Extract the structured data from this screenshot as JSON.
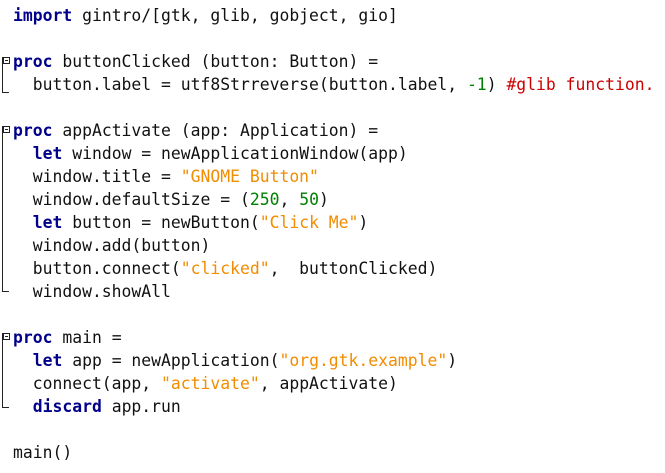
{
  "colors": {
    "keyword": "#00008b",
    "string": "#f28c00",
    "number": "#008000",
    "comment": "#cc0000",
    "text": "#111111",
    "background": "#ffffff"
  },
  "lines": [
    [
      {
        "t": "kw",
        "v": "import"
      },
      {
        "t": "id",
        "v": " gintro/[gtk, glib, gobject, gio]"
      }
    ],
    [],
    [
      {
        "t": "kw",
        "v": "proc"
      },
      {
        "t": "id",
        "v": " buttonClicked (button: Button) ="
      }
    ],
    [
      {
        "t": "id",
        "v": "  button.label = utf8Strreverse(button.label, "
      },
      {
        "t": "num",
        "v": "-1"
      },
      {
        "t": "id",
        "v": ") "
      },
      {
        "t": "cmt",
        "v": "#glib function."
      }
    ],
    [],
    [
      {
        "t": "kw",
        "v": "proc"
      },
      {
        "t": "id",
        "v": " appActivate (app: Application) ="
      }
    ],
    [
      {
        "t": "id",
        "v": "  "
      },
      {
        "t": "kw",
        "v": "let"
      },
      {
        "t": "id",
        "v": " window = newApplicationWindow(app)"
      }
    ],
    [
      {
        "t": "id",
        "v": "  window.title = "
      },
      {
        "t": "str",
        "v": "\"GNOME Button\""
      }
    ],
    [
      {
        "t": "id",
        "v": "  window.defaultSize = ("
      },
      {
        "t": "num",
        "v": "250"
      },
      {
        "t": "id",
        "v": ", "
      },
      {
        "t": "num",
        "v": "50"
      },
      {
        "t": "id",
        "v": ")"
      }
    ],
    [
      {
        "t": "id",
        "v": "  "
      },
      {
        "t": "kw",
        "v": "let"
      },
      {
        "t": "id",
        "v": " button = newButton("
      },
      {
        "t": "str",
        "v": "\"Click Me\""
      },
      {
        "t": "id",
        "v": ")"
      }
    ],
    [
      {
        "t": "id",
        "v": "  window.add(button)"
      }
    ],
    [
      {
        "t": "id",
        "v": "  button.connect("
      },
      {
        "t": "str",
        "v": "\"clicked\""
      },
      {
        "t": "id",
        "v": ",  buttonClicked)"
      }
    ],
    [
      {
        "t": "id",
        "v": "  window.showAll"
      }
    ],
    [],
    [
      {
        "t": "kw",
        "v": "proc"
      },
      {
        "t": "id",
        "v": " main ="
      }
    ],
    [
      {
        "t": "id",
        "v": "  "
      },
      {
        "t": "kw",
        "v": "let"
      },
      {
        "t": "id",
        "v": " app = newApplication("
      },
      {
        "t": "str",
        "v": "\"org.gtk.example\""
      },
      {
        "t": "id",
        "v": ")"
      }
    ],
    [
      {
        "t": "id",
        "v": "  connect(app, "
      },
      {
        "t": "str",
        "v": "\"activate\""
      },
      {
        "t": "id",
        "v": ", appActivate)"
      }
    ],
    [
      {
        "t": "id",
        "v": "  "
      },
      {
        "t": "kw",
        "v": "discard"
      },
      {
        "t": "id",
        "v": " app.run"
      }
    ],
    [],
    [
      {
        "t": "id",
        "v": "main()"
      }
    ]
  ]
}
